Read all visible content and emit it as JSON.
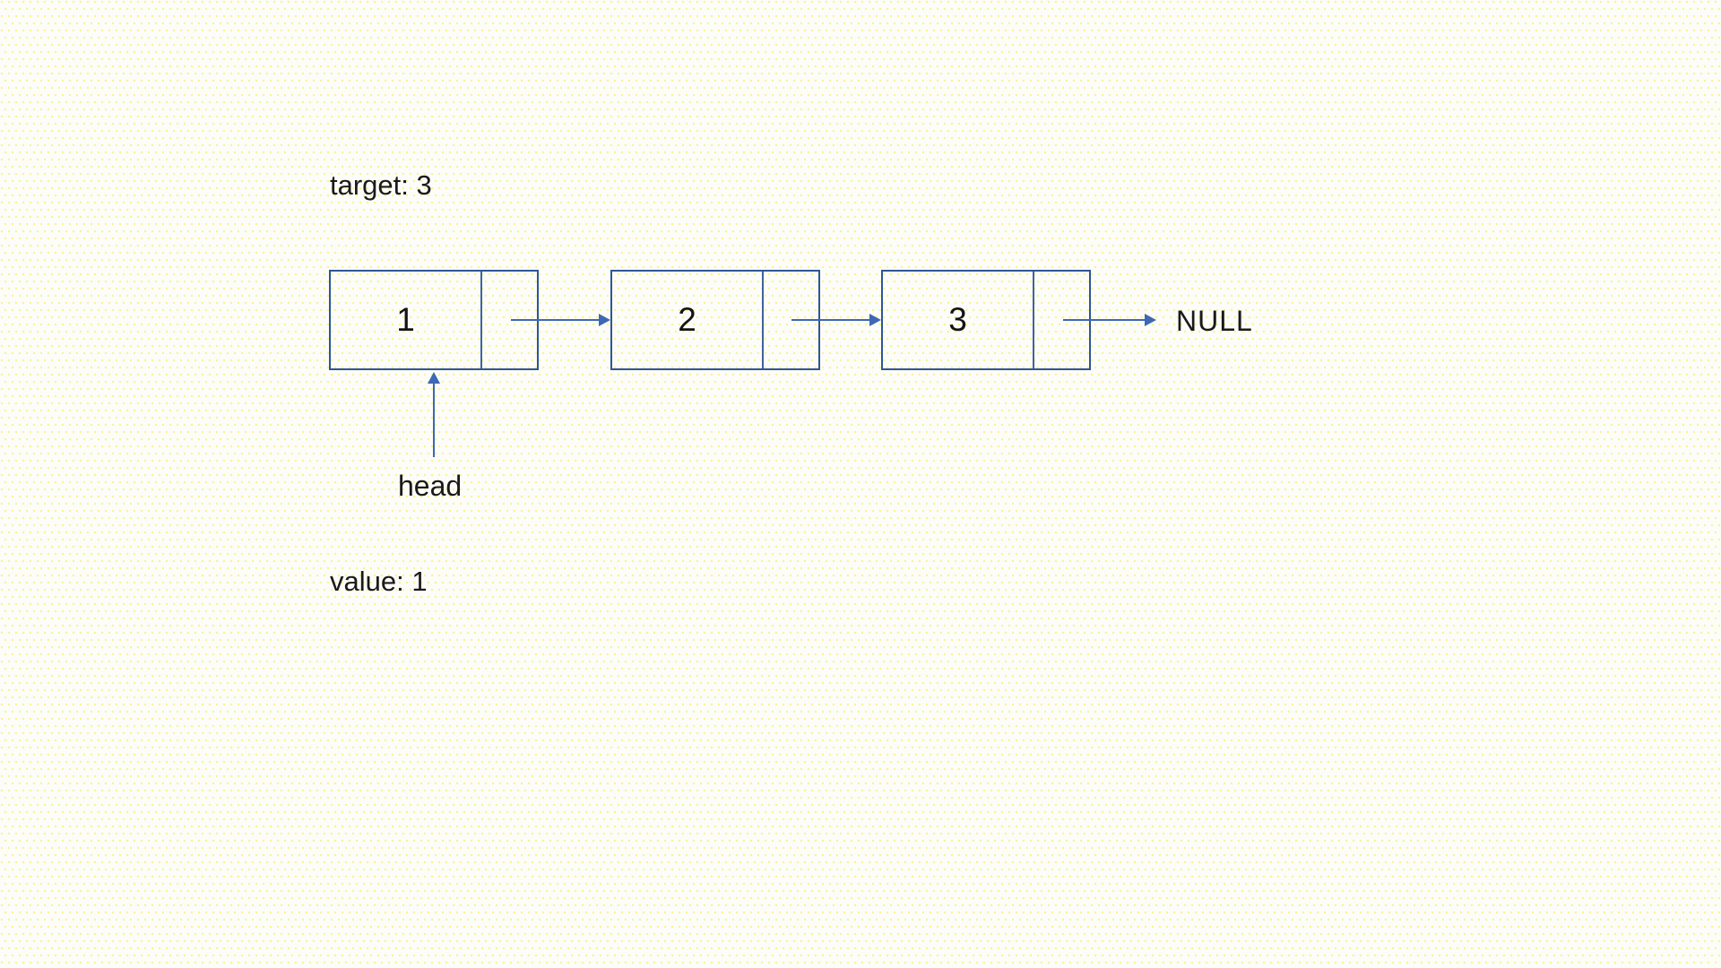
{
  "diagram": {
    "type": "singly-linked-list",
    "target_label": "target: 3",
    "value_label": "value: 1",
    "head_label": "head",
    "null_label": "NULL",
    "nodes": [
      {
        "value": "1"
      },
      {
        "value": "2"
      },
      {
        "value": "3"
      }
    ]
  },
  "colors": {
    "canvas_background": "#fcfcf9",
    "dot_pattern": "#fbf48e",
    "node_border": "#2f5597",
    "cell_divider": "#3f639f",
    "arrow": "#3e68b4",
    "text": "#1a1a1a"
  }
}
